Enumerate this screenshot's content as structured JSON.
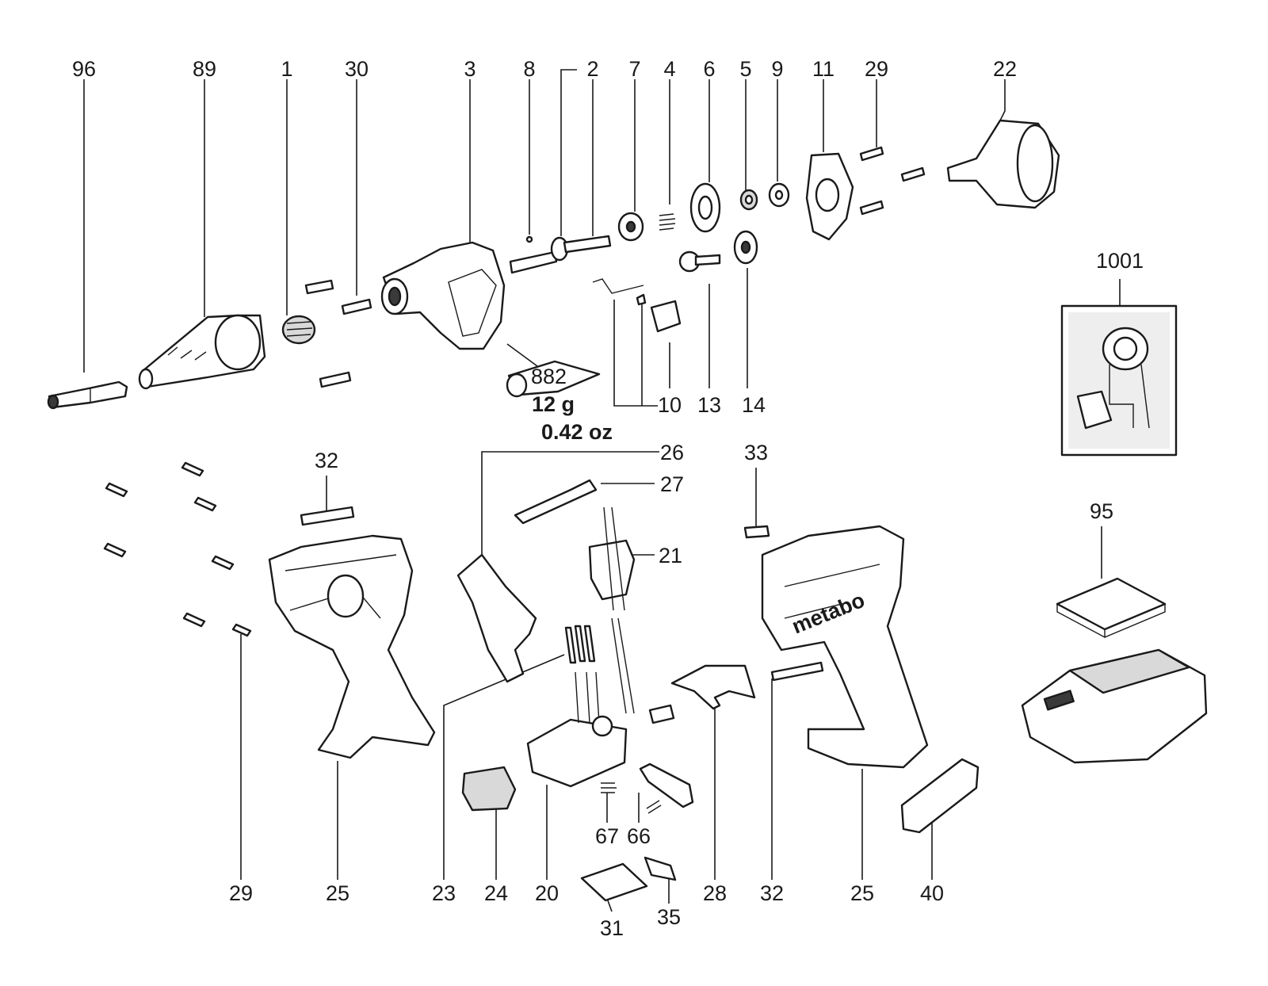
{
  "labels": {
    "p96": "96",
    "p89": "89",
    "p1": "1",
    "p30": "30",
    "p3": "3",
    "p8": "8",
    "p2": "2",
    "p7": "7",
    "p4": "4",
    "p6": "6",
    "p5": "5",
    "p9": "9",
    "p11": "11",
    "p29_top": "29",
    "p22": "22",
    "p1001": "1001",
    "p13": "13",
    "p14": "14",
    "p10": "10",
    "p32_left": "32",
    "p26": "26",
    "p27": "27",
    "p21": "21",
    "p33": "33",
    "p95": "95",
    "p29_bottom": "29",
    "p25_left": "25",
    "p23": "23",
    "p24": "24",
    "p20": "20",
    "p67": "67",
    "p66": "66",
    "p28": "28",
    "p32_right": "32",
    "p25_right": "25",
    "p40": "40",
    "p31": "31",
    "p35": "35"
  },
  "grease": {
    "code": "882",
    "weight_g": "12 g",
    "weight_oz": "0.42 oz"
  },
  "housing_brand": "metabo"
}
